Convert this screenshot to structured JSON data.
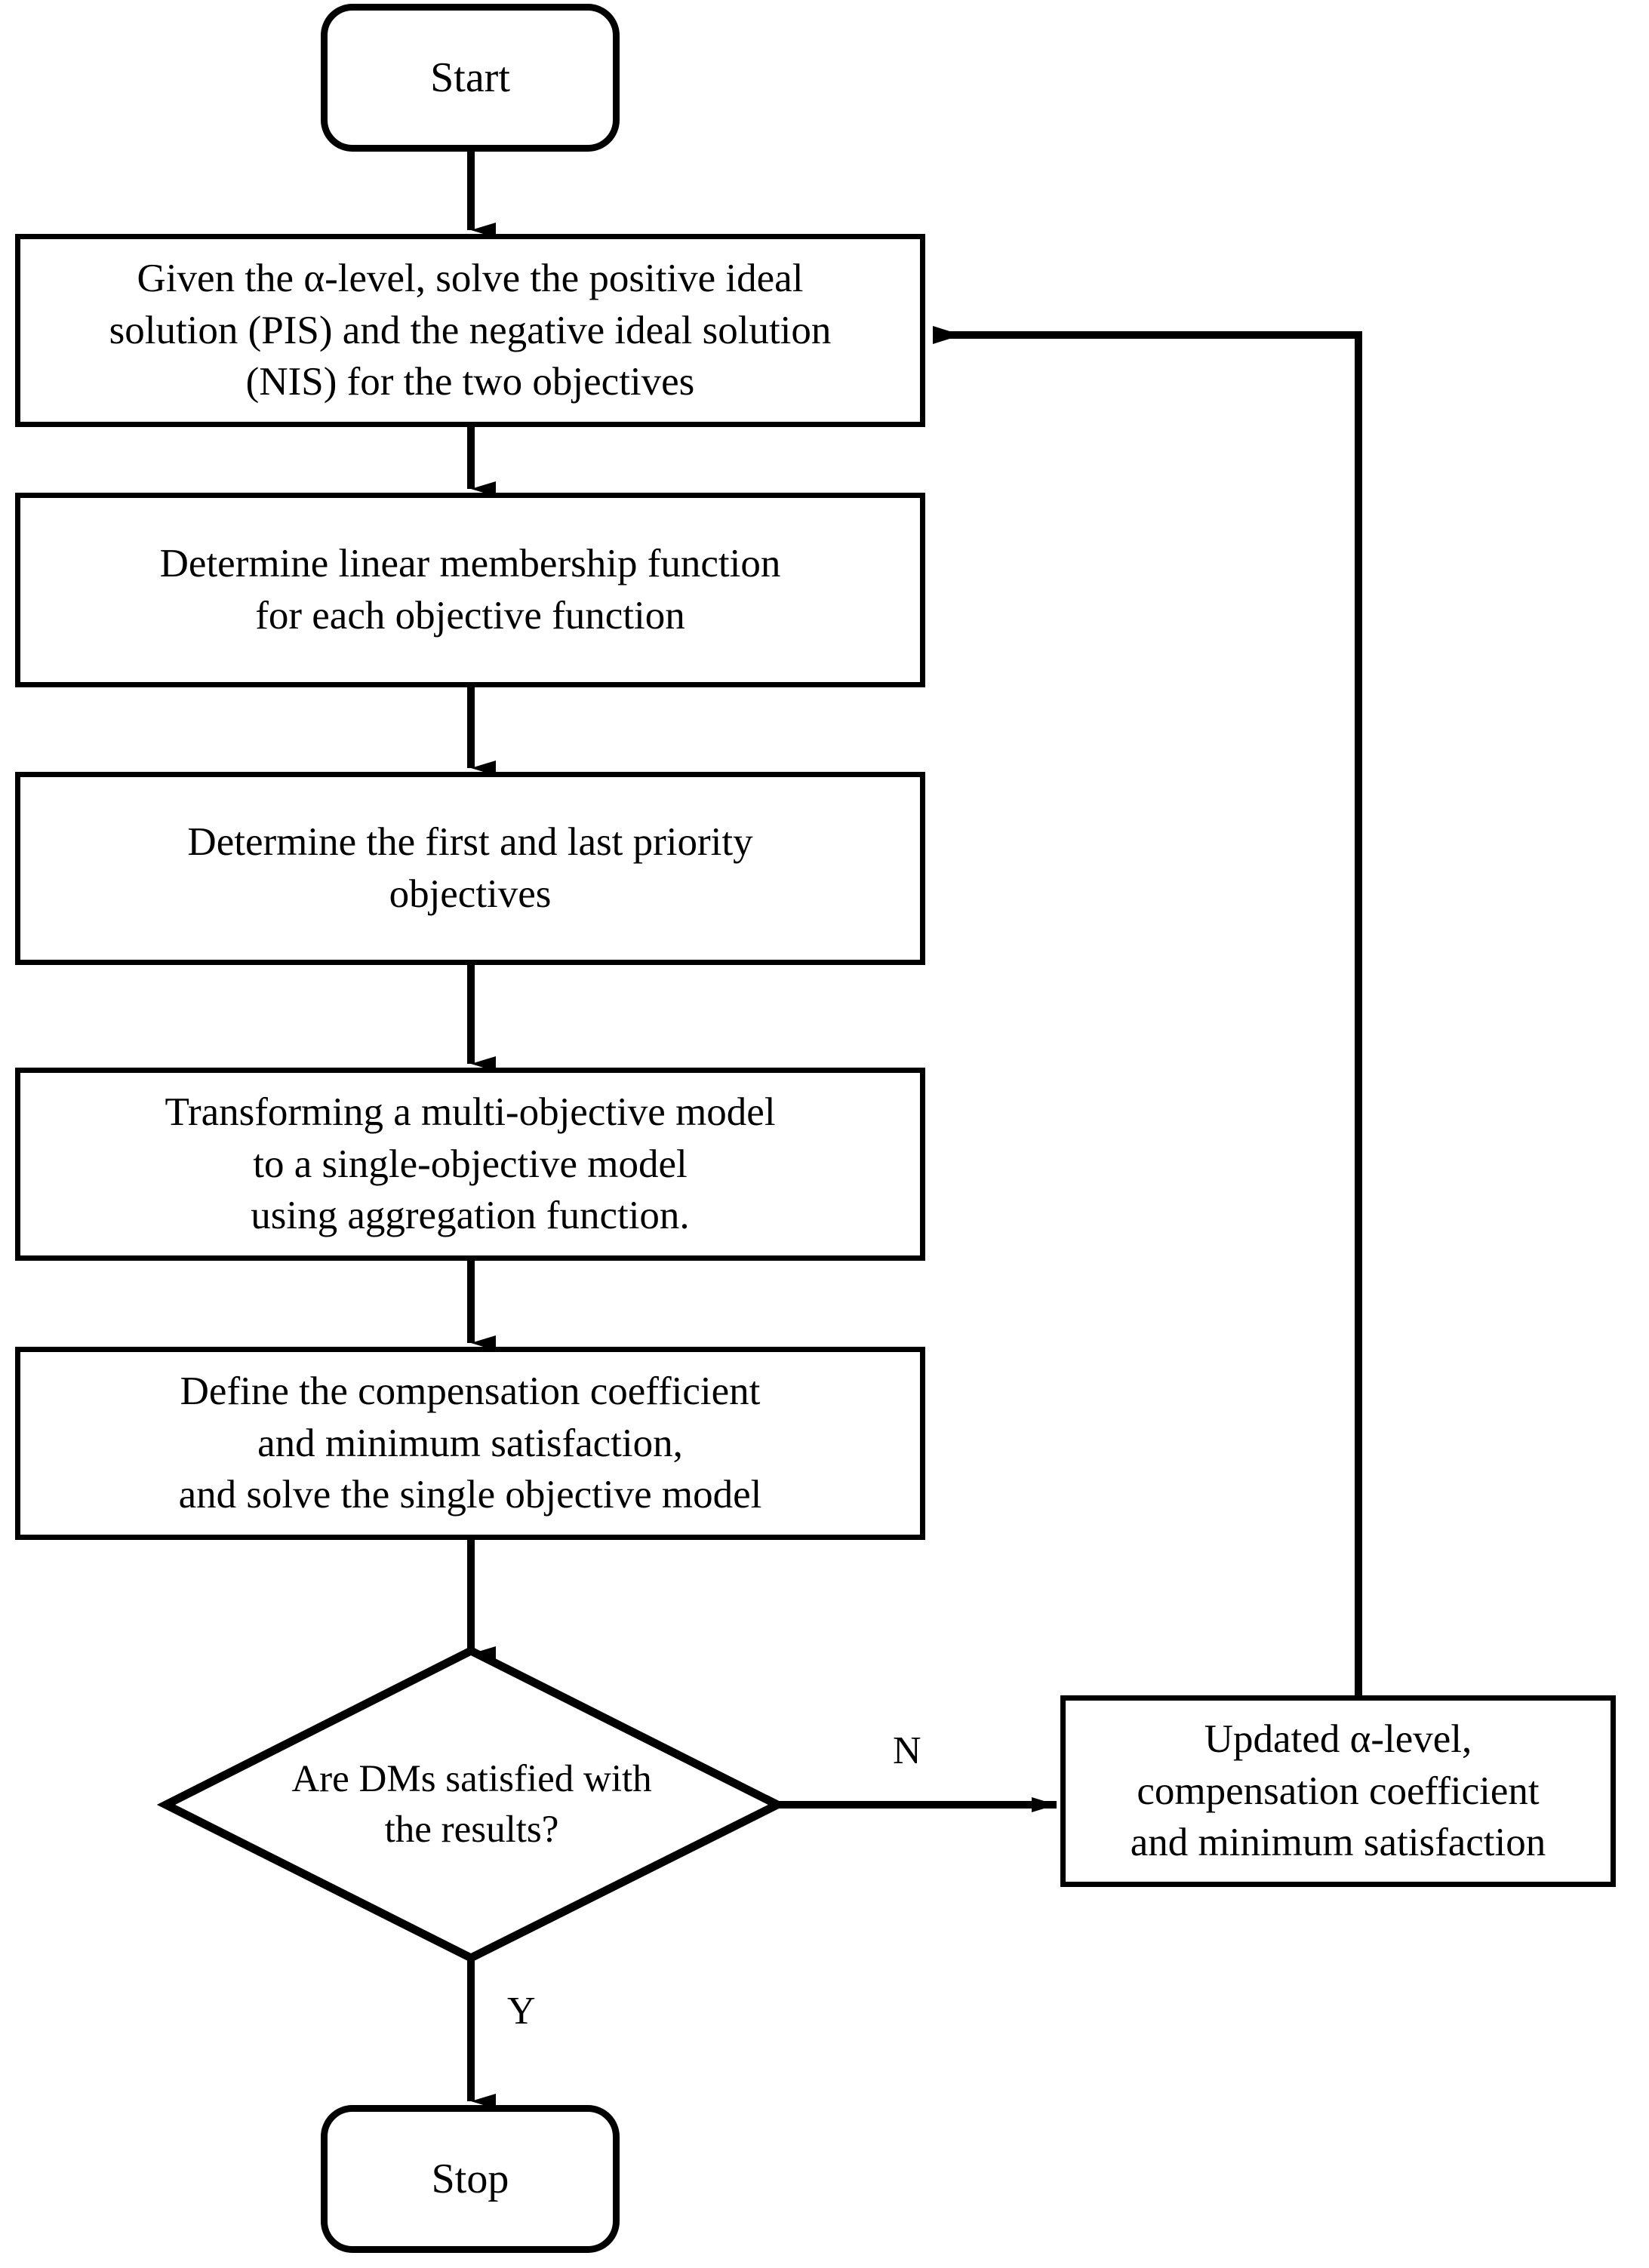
{
  "diagram": {
    "title": "Interactive fuzzy multi-objective solution procedure flowchart",
    "orientation": "top-to-bottom",
    "line_color": "#000000",
    "fill_color": "#ffffff",
    "text_color": "#000000"
  },
  "nodes": {
    "start": {
      "label": "Start",
      "shape": "terminator"
    },
    "step1": {
      "label": "Given the α-level, solve the positive ideal\nsolution (PIS) and the negative ideal solution\n(NIS) for the two objectives",
      "shape": "process"
    },
    "step2": {
      "label": "Determine linear membership function\nfor each objective function",
      "shape": "process"
    },
    "step3": {
      "label": "Determine the first and last priority\nobjectives",
      "shape": "process"
    },
    "step4": {
      "label": "Transforming a multi-objective model\nto a single-objective model\nusing  aggregation function.",
      "shape": "process"
    },
    "step5": {
      "label": "Define the compensation coefficient\nand minimum satisfaction,\nand solve the single objective model",
      "shape": "process"
    },
    "decision": {
      "label": "Are DMs satisfied with\nthe results?",
      "shape": "decision"
    },
    "update": {
      "label": "Updated α-level,\ncompensation coefficient\nand minimum satisfaction",
      "shape": "process"
    },
    "stop": {
      "label": "Stop",
      "shape": "terminator"
    }
  },
  "edges": {
    "no_branch_label": "N",
    "yes_branch_label": "Y"
  }
}
